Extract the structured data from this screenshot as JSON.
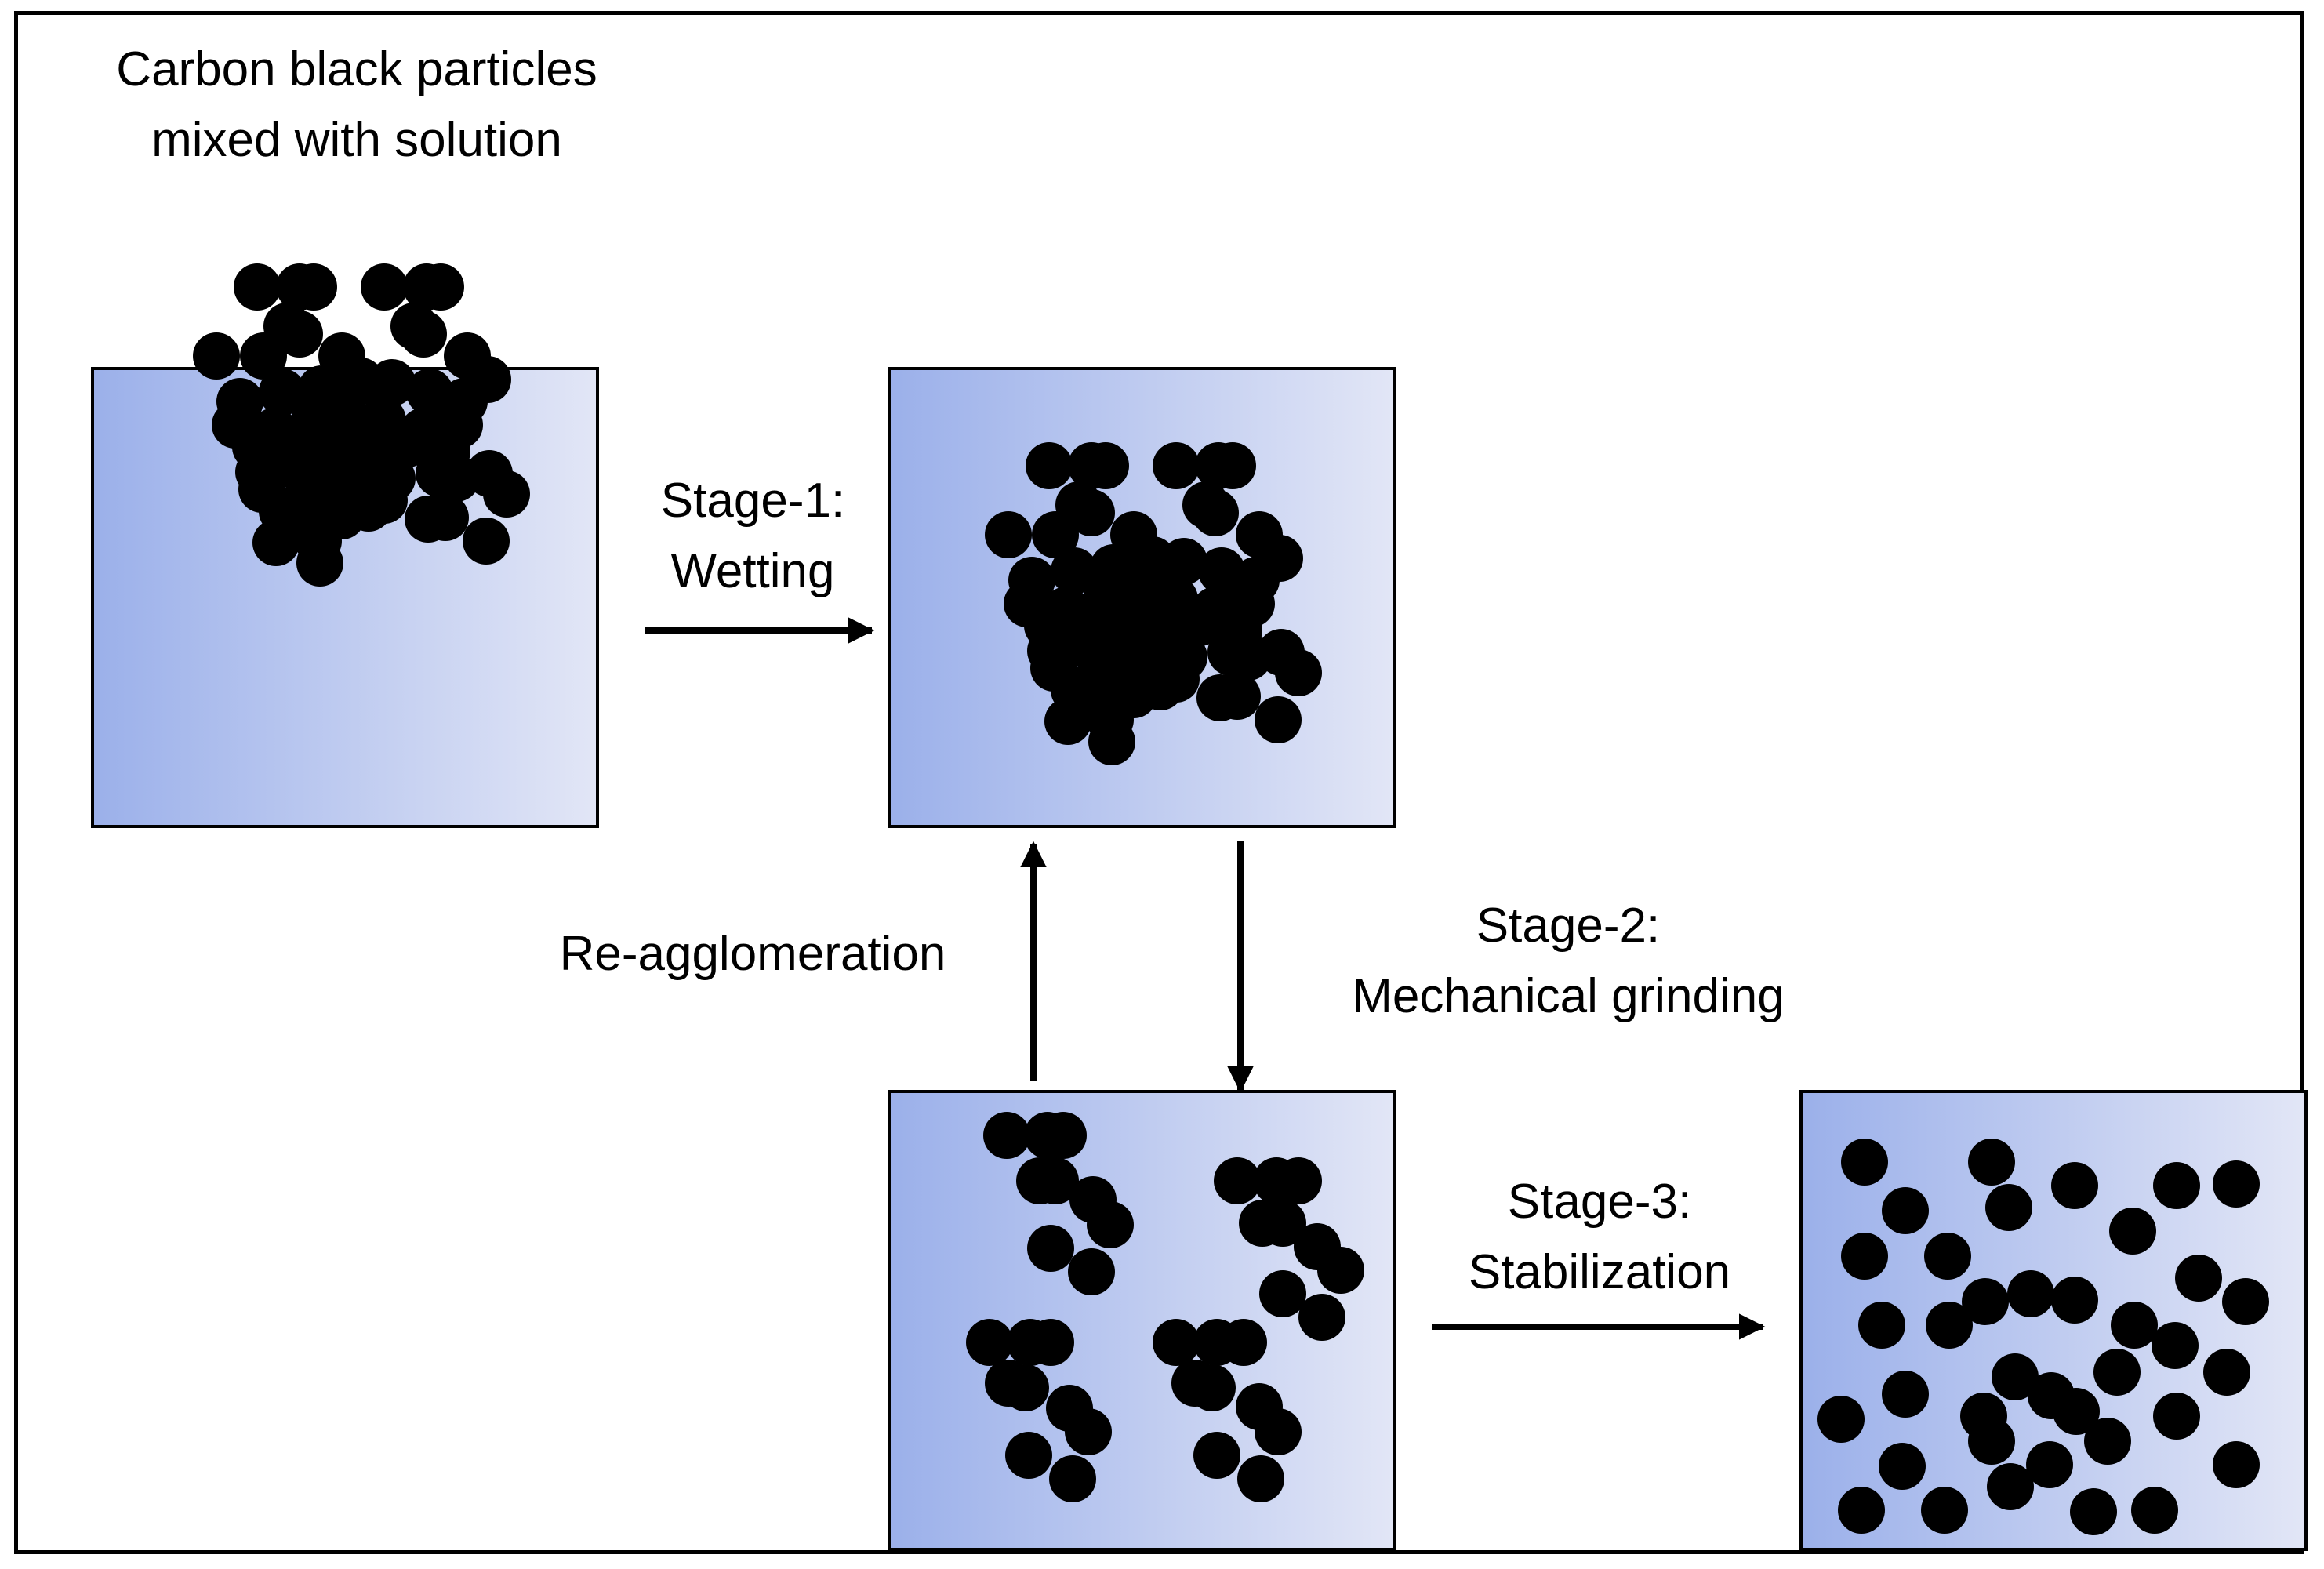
{
  "title": {
    "line1": "Carbon black particles",
    "line2": "mixed with solution"
  },
  "stages": {
    "stage1": {
      "line1": "Stage-1:",
      "line2": "Wetting"
    },
    "stage2": {
      "line1": "Stage-2:",
      "line2": "Mechanical grinding"
    },
    "stage3": {
      "line1": "Stage-3:",
      "line2": "Stabilization"
    },
    "reagglomeration": "Re-agglomeration"
  },
  "colors": {
    "solution_dark": "#9bb0ea",
    "solution_light": "#e2e6f6",
    "particle": "#000000",
    "border": "#000000"
  },
  "particle_states": {
    "initial": "agglomerated, partly above solution",
    "wetted": "agglomerated, immersed",
    "ground": "small clusters",
    "stabilized": "dispersed individual particles"
  }
}
